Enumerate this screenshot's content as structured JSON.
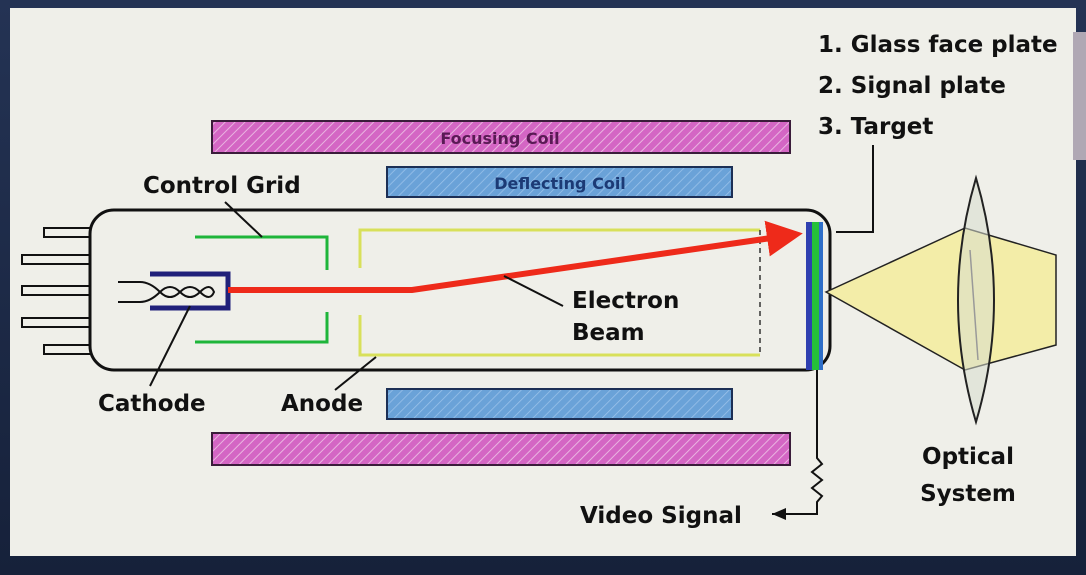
{
  "labels": {
    "focusing_coil": "Focusing Coil",
    "deflecting_coil": "Deflecting Coil",
    "control_grid": "Control Grid",
    "cathode": "Cathode",
    "anode": "Anode",
    "electron": "Electron",
    "beam": "Beam",
    "video_signal": "Video Signal",
    "optical": "Optical",
    "system": "System"
  },
  "legend": [
    "1. Glass face plate",
    "2. Signal plate",
    "3. Target"
  ],
  "colors": {
    "focusing_coil": "#d466c4",
    "deflecting_coil": "#6aa2d8",
    "control_grid": "#1eb53a",
    "anode": "#d8e05a",
    "beam": "#ee2a1a",
    "cathode_holder": "#20207a",
    "target_green": "#25c03a",
    "signal_plate_blue": "#2f3fb0",
    "light_cone": "#f3eda8",
    "lens": "#d7dccd"
  }
}
